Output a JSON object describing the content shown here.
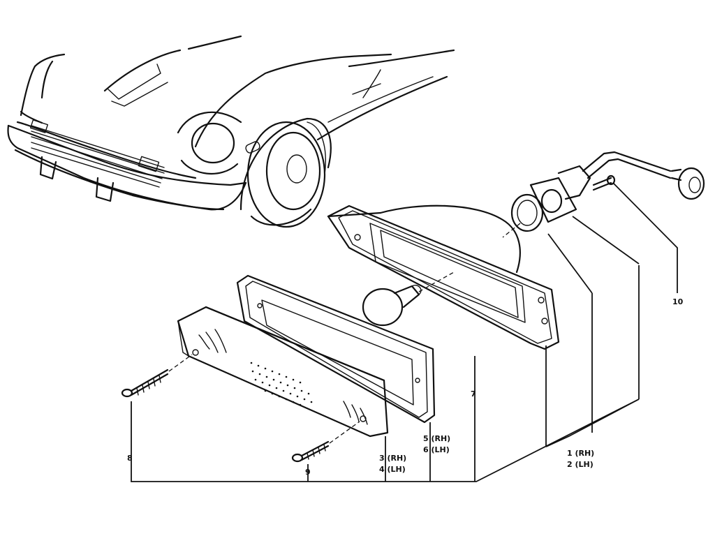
{
  "diagram": {
    "labels": {
      "part_1_2": [
        "1 (RH)",
        "2 (LH)"
      ],
      "part_3_4": [
        "3 (RH)",
        "4 (LH)"
      ],
      "part_5_6": [
        "5 (RH)",
        "6 (LH)"
      ],
      "part_7": "7",
      "part_8": "8",
      "part_9": "9",
      "part_10": "10"
    },
    "colors": {
      "ink": "#111111",
      "paper": "#ffffff"
    }
  }
}
